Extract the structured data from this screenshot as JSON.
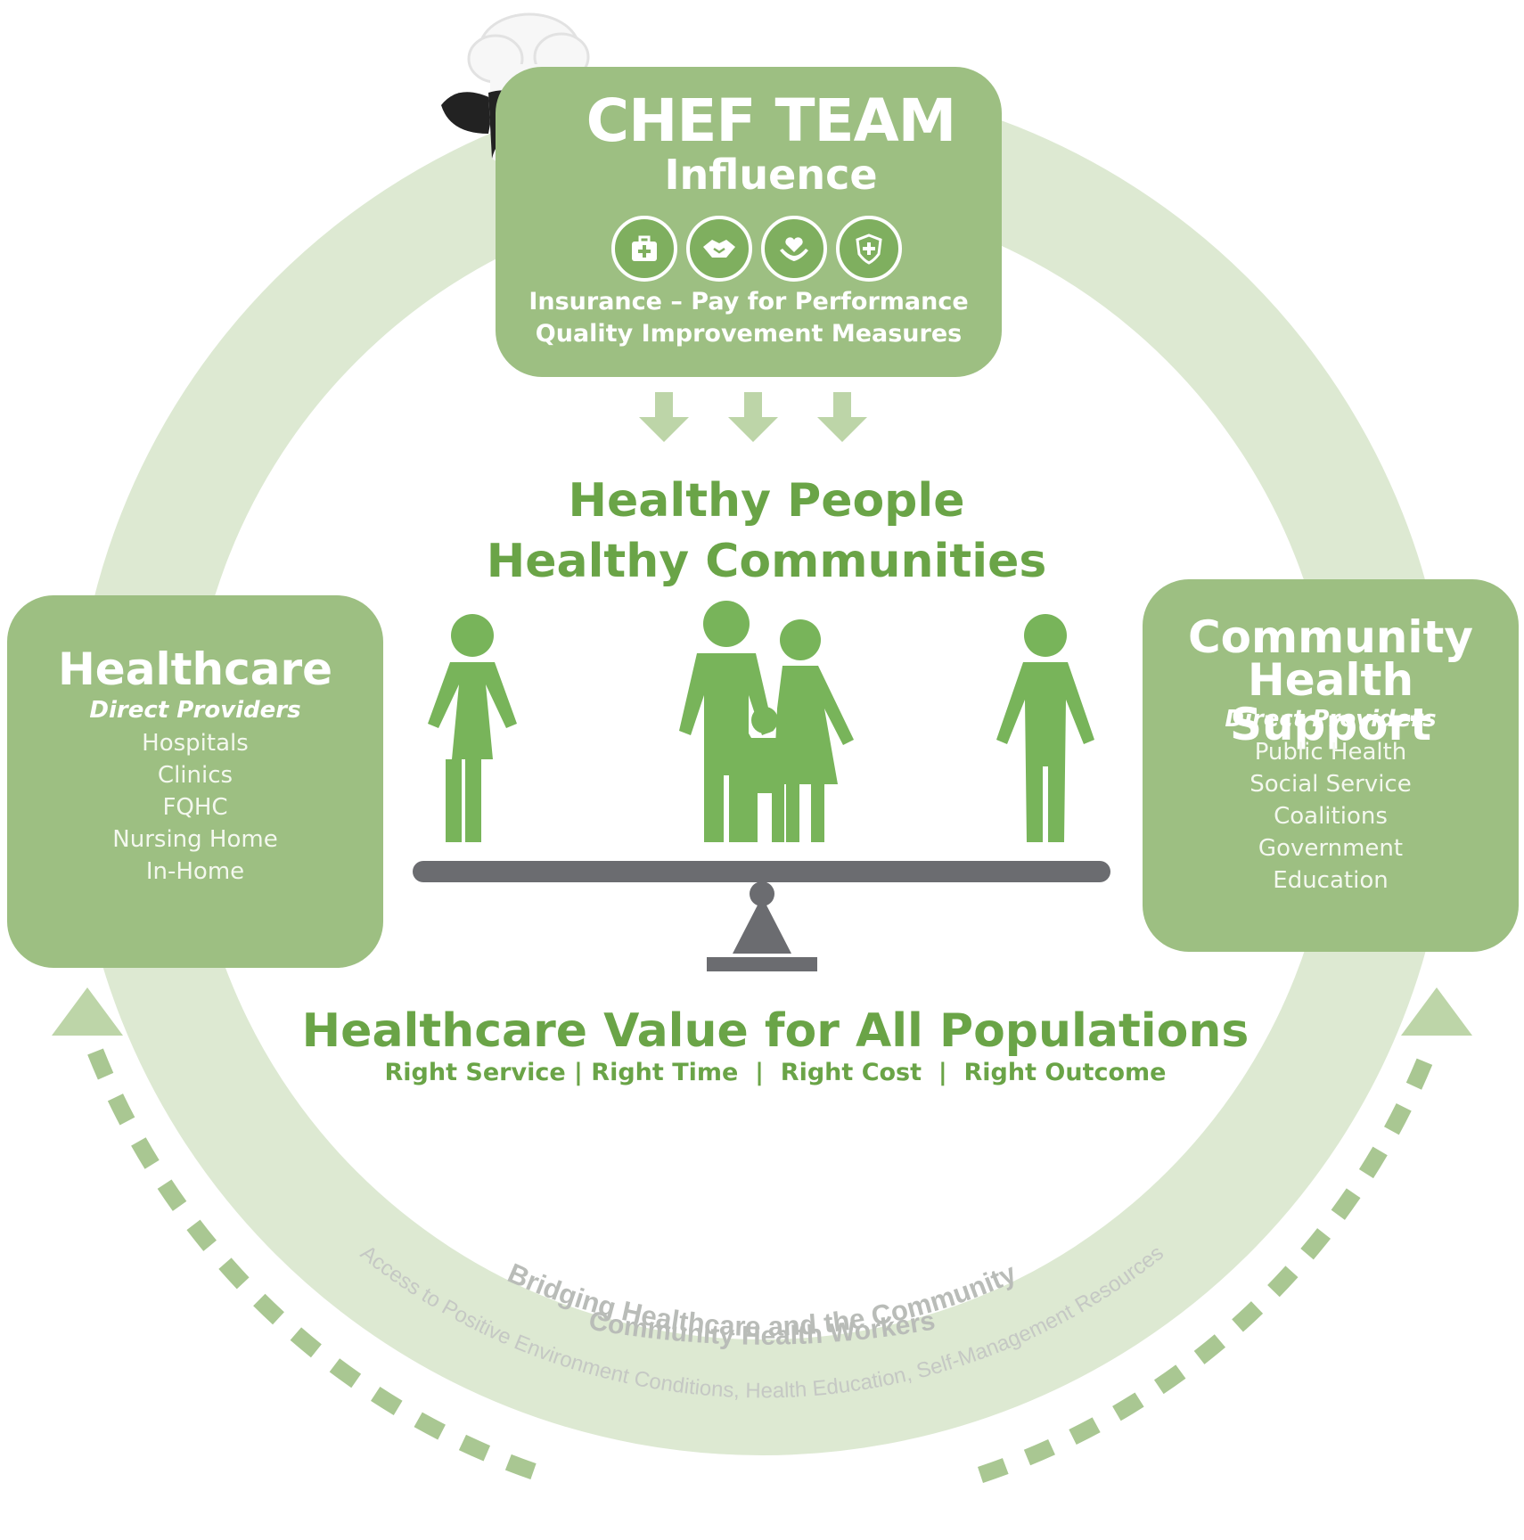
{
  "chef_box": {
    "title": "CHEF TEAM",
    "subtitle": "Influence",
    "line1": "Insurance – Pay for Performance",
    "line2": "Quality Improvement Measures",
    "icons": [
      "medical-kit-icon",
      "handshake-icon",
      "hands-heart-icon",
      "shield-plus-icon"
    ]
  },
  "center": {
    "heading1": "Healthy People",
    "heading2": "Healthy Communities",
    "value_title": "Healthcare Value for All Populations",
    "value_sub": "Right Service | Right Time  |  Right Cost  |  Right Outcome"
  },
  "healthcare_box": {
    "title": "Healthcare",
    "subtitle": "Direct Providers",
    "items": [
      "Hospitals",
      "Clinics",
      "FQHC",
      "Nursing Home",
      "In-Home"
    ]
  },
  "community_box": {
    "title_line1": "Community",
    "title_line2": "Health Support",
    "subtitle": "Direct Providers",
    "items": [
      "Public Health",
      "Social Service",
      "Coalitions",
      "Government",
      "Education"
    ]
  },
  "ring": {
    "arc_title": "Bridging Healthcare and the Community",
    "arc_subtitle": "Access to Positive Environment Conditions, Health Education, Self-Management Resources",
    "workers": "Community Health Workers"
  },
  "colors": {
    "box_green": "#9dbf82",
    "ring_green": "#dde9d2",
    "heading_green": "#6aa447",
    "figure_green": "#78b45a",
    "arrow_green": "#bdd5a8",
    "dash_green": "#a9c792",
    "scale_gray": "#6b6c70",
    "ring_text_gray": "#b9bcb8"
  }
}
